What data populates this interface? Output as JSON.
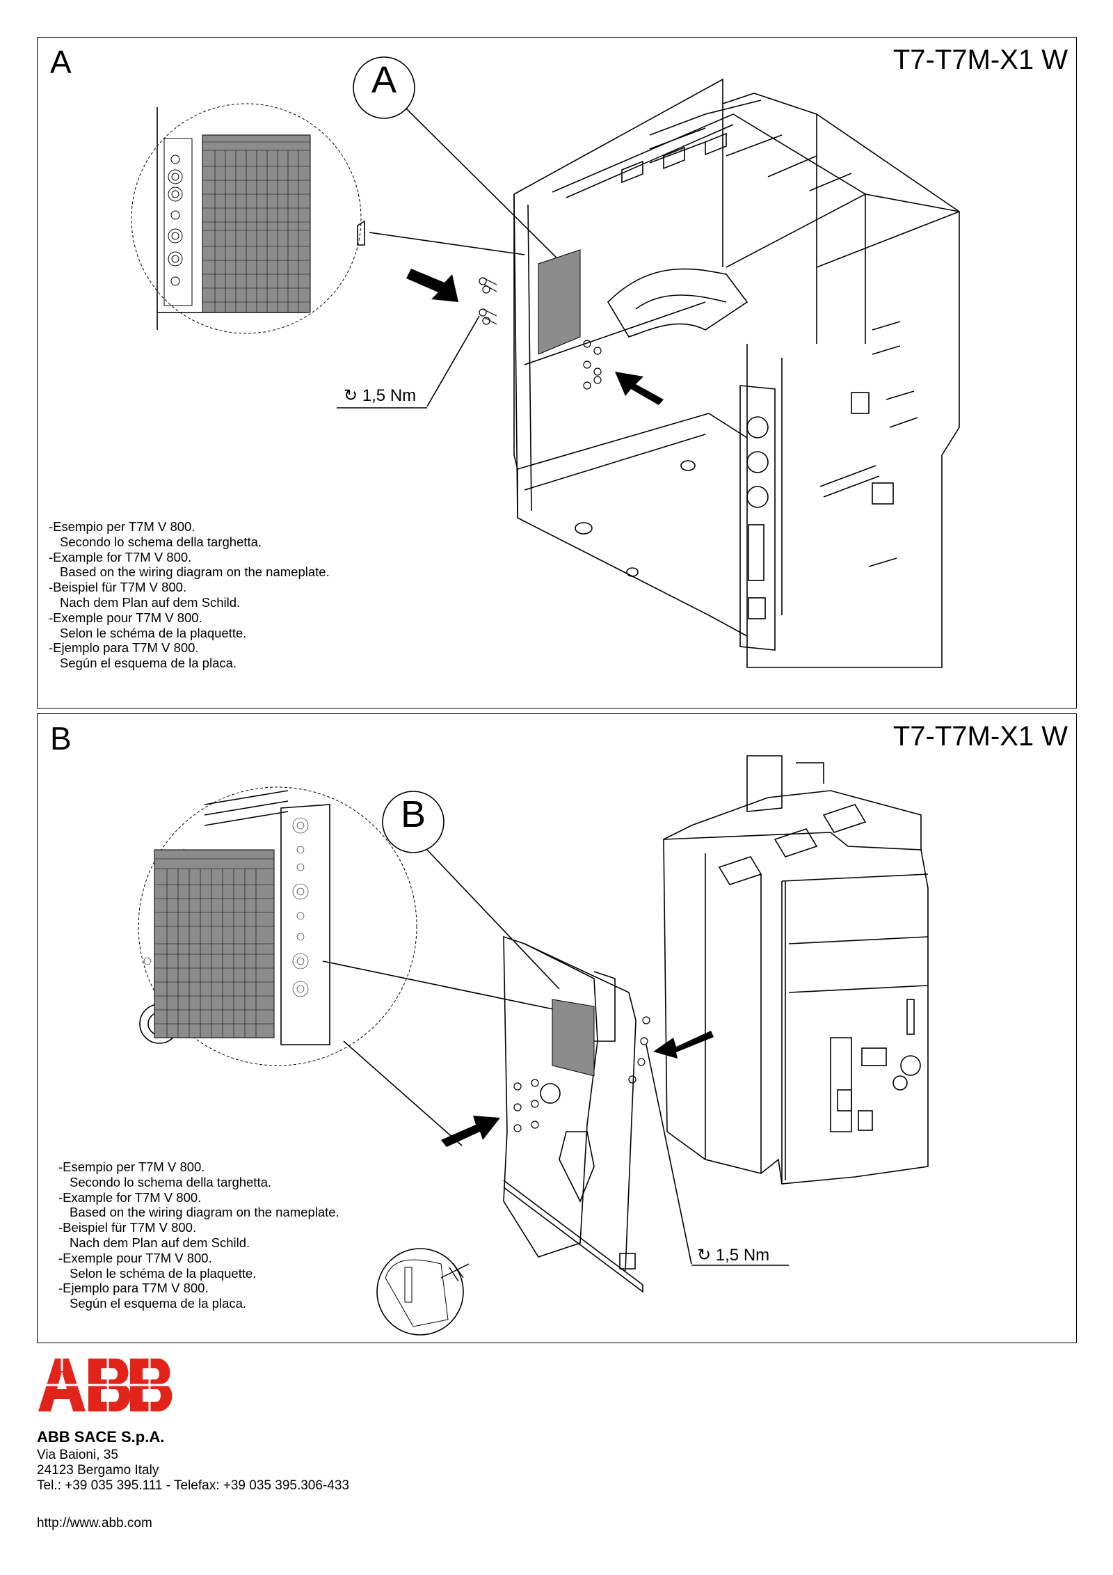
{
  "panel_a": {
    "letter": "A",
    "model": "T7-T7M-X1 W",
    "callout": "A",
    "torque": "1,5 Nm",
    "notes": [
      "-Esempio per T7M V 800.",
      "Secondo lo schema della targhetta.",
      "-Example for T7M V 800.",
      "Based on the wiring diagram on the nameplate.",
      "-Beispiel für T7M V 800.",
      "Nach dem Plan auf dem Schild.",
      "-Exemple pour T7M V 800.",
      "Selon le schéma de la plaquette.",
      "-Ejemplo para T7M V 800.",
      "Según el esquema de la placa."
    ]
  },
  "panel_b": {
    "letter": "B",
    "model": "T7-T7M-X1 W",
    "callout": "B",
    "torque": "1,5 Nm",
    "notes": [
      "-Esempio per T7M V 800.",
      "Secondo lo schema della targhetta.",
      "-Example for T7M V 800.",
      "Based on the wiring diagram on the nameplate.",
      "-Beispiel für T7M V 800.",
      "Nach dem Plan auf dem Schild.",
      "-Exemple pour T7M V 800.",
      "Selon le schéma de la plaquette.",
      "-Ejemplo para T7M V 800.",
      "Según el esquema de la placa."
    ]
  },
  "footer": {
    "logo": "ABB",
    "company": "ABB SACE S.p.A.",
    "address_1": "Via Baioni, 35",
    "address_2": "24123 Bergamo Italy",
    "phone": "Tel.: +39 035 395.111 - Telefax: +39 035 395.306-433",
    "url": "http://www.abb.com"
  },
  "colors": {
    "logo_red": "#e2231a",
    "plate_gray": "#8c8c8c"
  }
}
